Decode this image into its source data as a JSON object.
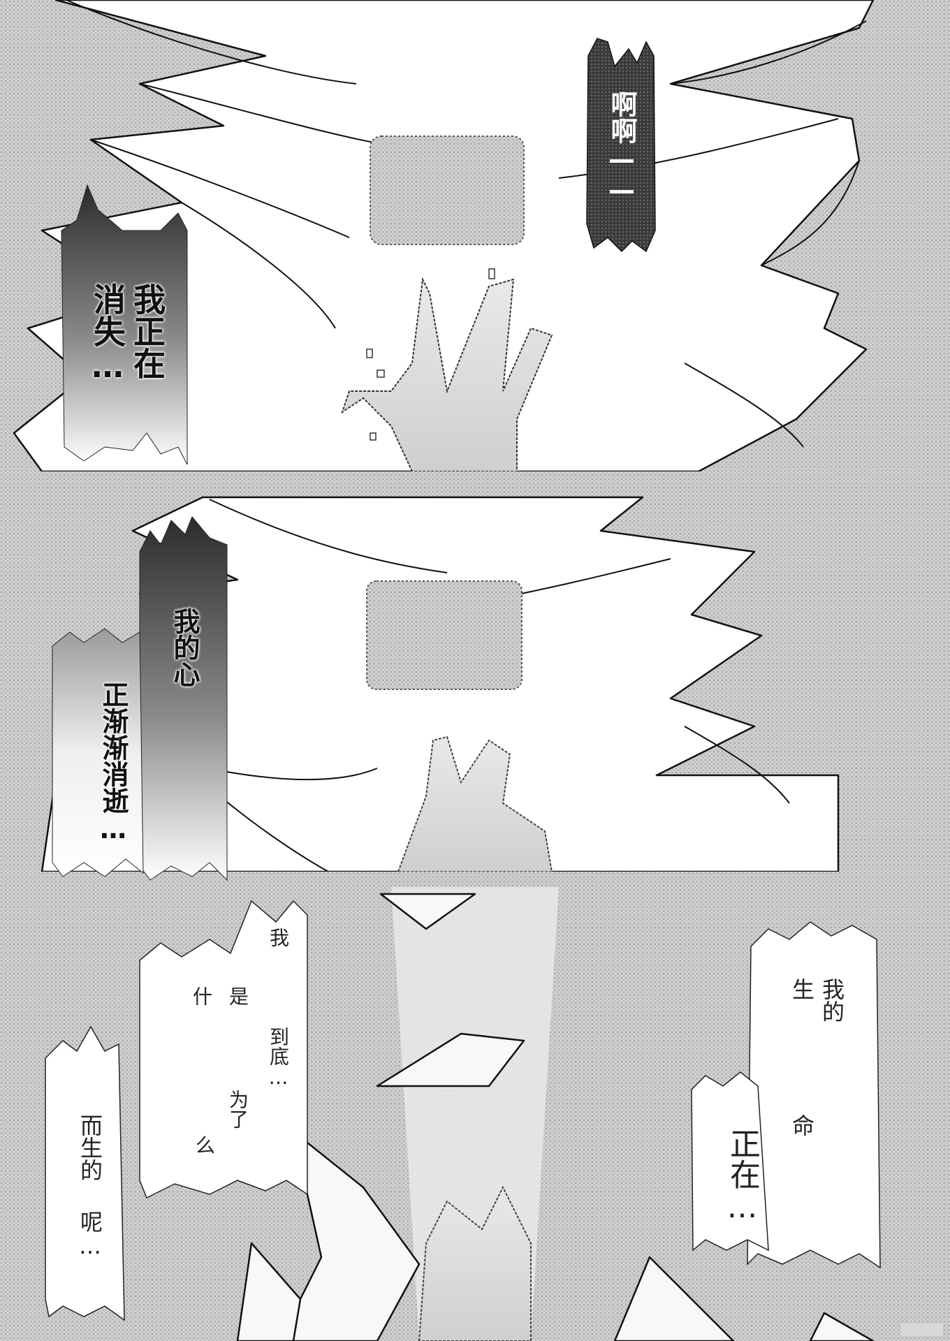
{
  "panels": [
    {
      "id": "top",
      "captions": [
        {
          "name": "caption-aa",
          "text": "啊啊——"
        },
        {
          "name": "caption-disappearing-line1",
          "text": "我正在"
        },
        {
          "name": "caption-disappearing-line2",
          "text": "消失…"
        }
      ]
    },
    {
      "id": "middle",
      "captions": [
        {
          "name": "caption-my-heart",
          "text": "我的心"
        },
        {
          "name": "caption-fading",
          "text": "正渐渐消逝…"
        }
      ]
    },
    {
      "id": "bottom",
      "captions": [
        {
          "name": "caption-why-1",
          "text": "我"
        },
        {
          "name": "caption-why-2",
          "text": "到底…"
        },
        {
          "name": "caption-why-3",
          "text": "是"
        },
        {
          "name": "caption-why-4",
          "text": "什"
        },
        {
          "name": "caption-why-5",
          "text": "为了"
        },
        {
          "name": "caption-why-6",
          "text": "么"
        },
        {
          "name": "caption-born-1",
          "text": "而生的"
        },
        {
          "name": "caption-born-2",
          "text": "呢…"
        },
        {
          "name": "caption-life-1",
          "text": "我的"
        },
        {
          "name": "caption-life-2",
          "text": "生"
        },
        {
          "name": "caption-life-3",
          "text": "命"
        },
        {
          "name": "caption-life-4",
          "text": "正在…"
        }
      ]
    }
  ],
  "colors": {
    "screentone": "#bdbdbd",
    "dark_box": "#2a2a2a",
    "ink": "#111111",
    "paper": "#ffffff"
  }
}
